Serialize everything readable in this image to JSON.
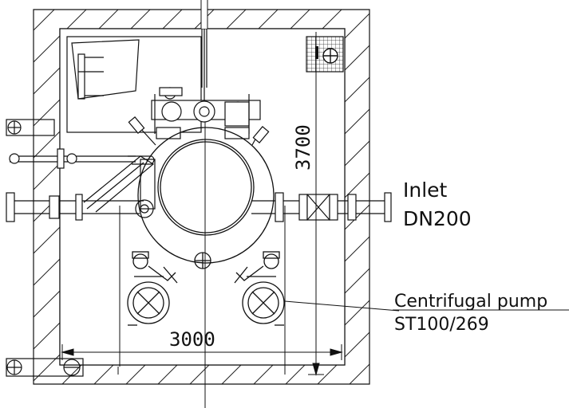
{
  "labels": {
    "inlet": "Inlet",
    "inlet_size": "DN200",
    "pump_name": "Centrifugal pump",
    "pump_model": "ST100/269"
  },
  "dimensions": {
    "height": "3700",
    "width": "3000"
  },
  "colors": {
    "line": "#111111",
    "background": "#ffffff"
  }
}
